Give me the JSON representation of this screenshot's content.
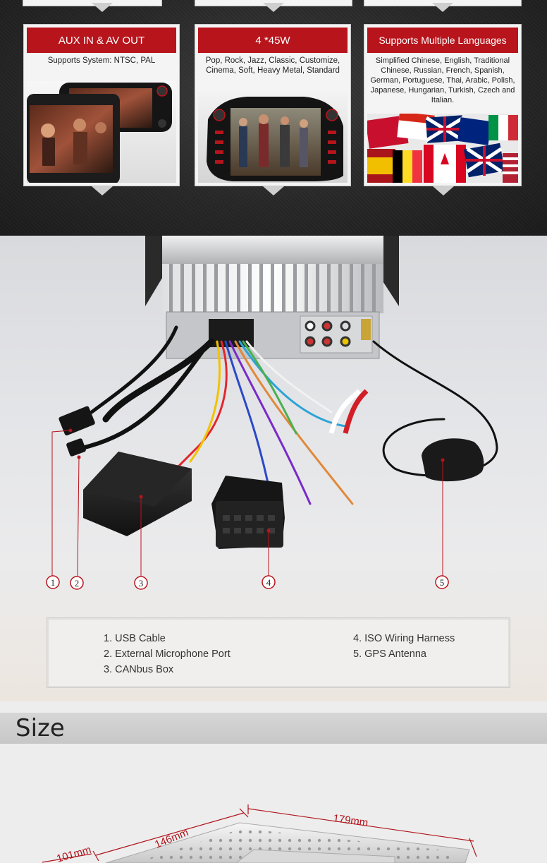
{
  "features": {
    "cards": [
      {
        "title": "AUX IN & AV OUT",
        "description": "Supports System: NTSC, PAL"
      },
      {
        "title": "4 *45W",
        "description": "Pop, Rock, Jazz, Classic, Customize, Cinema, Soft, Heavy Metal, Standard"
      },
      {
        "title": "Supports Multiple Languages",
        "description": "Simplified Chinese, English, Traditional Chinese, Russian, French, Spanish, German, Portuguese, Thai, Arabic, Polish, Japanese, Hungarian, Turkish, Czech and Italian."
      }
    ]
  },
  "components": {
    "markers": [
      "1",
      "2",
      "3",
      "4",
      "5"
    ],
    "left_column": [
      "1. USB Cable",
      "2. External Microphone Port",
      "3. CANbus Box"
    ],
    "right_column": [
      "4. ISO Wiring Harness",
      "5. GPS Antenna"
    ]
  },
  "size": {
    "title": "Size",
    "dimensions": {
      "width": "179mm",
      "depth": "146mm",
      "height": "101mm"
    }
  },
  "colors": {
    "accent_red": "#b8141c",
    "dark_bg": "#262626"
  }
}
